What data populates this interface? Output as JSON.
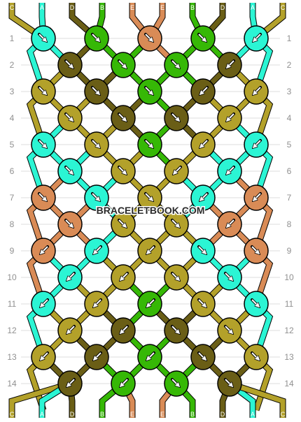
{
  "watermark": "BRACELETBOOK.COM",
  "strand_labels_top": [
    "C",
    "A",
    "D",
    "B",
    "E",
    "E",
    "B",
    "D",
    "A",
    "C"
  ],
  "strand_labels_bottom": [
    "C",
    "A",
    "D",
    "B",
    "E",
    "E",
    "B",
    "D",
    "A",
    "C"
  ],
  "row_numbers": [
    "1",
    "2",
    "3",
    "4",
    "5",
    "6",
    "7",
    "8",
    "9",
    "10",
    "11",
    "12",
    "13",
    "14"
  ],
  "colors": {
    "A": "#2bf5d4",
    "B": "#36b806",
    "C": "#b3a12a",
    "D": "#6a5e16",
    "E": "#d98b56"
  },
  "knots": [
    [
      {
        "c": "A",
        "d": "dr"
      },
      {
        "c": "B",
        "d": "dr"
      },
      {
        "c": "E",
        "d": "dr"
      },
      {
        "c": "B",
        "d": "dr"
      },
      {
        "c": "A",
        "d": "dl"
      }
    ],
    [
      {
        "c": "D",
        "d": "dr"
      },
      {
        "c": "B",
        "d": "dr"
      },
      {
        "c": "B",
        "d": "dr"
      },
      {
        "c": "D",
        "d": "dl"
      }
    ],
    [
      {
        "c": "C",
        "d": "dr"
      },
      {
        "c": "D",
        "d": "dr"
      },
      {
        "c": "B",
        "d": "dr"
      },
      {
        "c": "D",
        "d": "dl"
      },
      {
        "c": "C",
        "d": "dl"
      }
    ],
    [
      {
        "c": "C",
        "d": "dr"
      },
      {
        "c": "D",
        "d": "dr"
      },
      {
        "c": "D",
        "d": "dr"
      },
      {
        "c": "C",
        "d": "dl"
      }
    ],
    [
      {
        "c": "A",
        "d": "dr"
      },
      {
        "c": "C",
        "d": "dr"
      },
      {
        "c": "B",
        "d": "dr"
      },
      {
        "c": "C",
        "d": "dl"
      },
      {
        "c": "A",
        "d": "dl"
      }
    ],
    [
      {
        "c": "A",
        "d": "dr"
      },
      {
        "c": "C",
        "d": "dr"
      },
      {
        "c": "C",
        "d": "dl"
      },
      {
        "c": "A",
        "d": "dl"
      }
    ],
    [
      {
        "c": "E",
        "d": "dr"
      },
      {
        "c": "A",
        "d": "dr"
      },
      {
        "c": "C",
        "d": "dr"
      },
      {
        "c": "A",
        "d": "dl"
      },
      {
        "c": "E",
        "d": "dl"
      }
    ],
    [
      {
        "c": "E",
        "d": "dr"
      },
      {
        "c": "C",
        "d": "dr"
      },
      {
        "c": "C",
        "d": "dr"
      },
      {
        "c": "E",
        "d": "dl"
      }
    ],
    [
      {
        "c": "E",
        "d": "dl"
      },
      {
        "c": "A",
        "d": "dl"
      },
      {
        "c": "C",
        "d": "dl"
      },
      {
        "c": "A",
        "d": "dr"
      },
      {
        "c": "E",
        "d": "dr"
      }
    ],
    [
      {
        "c": "A",
        "d": "dl"
      },
      {
        "c": "C",
        "d": "dl"
      },
      {
        "c": "C",
        "d": "dr"
      },
      {
        "c": "A",
        "d": "dr"
      }
    ],
    [
      {
        "c": "A",
        "d": "dl"
      },
      {
        "c": "C",
        "d": "dl"
      },
      {
        "c": "B",
        "d": "dl"
      },
      {
        "c": "C",
        "d": "dr"
      },
      {
        "c": "A",
        "d": "dr"
      }
    ],
    [
      {
        "c": "C",
        "d": "dl"
      },
      {
        "c": "D",
        "d": "dl"
      },
      {
        "c": "D",
        "d": "dr"
      },
      {
        "c": "C",
        "d": "dr"
      }
    ],
    [
      {
        "c": "C",
        "d": "dl"
      },
      {
        "c": "D",
        "d": "dl"
      },
      {
        "c": "B",
        "d": "dl"
      },
      {
        "c": "D",
        "d": "dr"
      },
      {
        "c": "C",
        "d": "dr"
      }
    ],
    [
      {
        "c": "D",
        "d": "dl"
      },
      {
        "c": "B",
        "d": "dl"
      },
      {
        "c": "B",
        "d": "dr"
      },
      {
        "c": "D",
        "d": "dr"
      }
    ]
  ]
}
